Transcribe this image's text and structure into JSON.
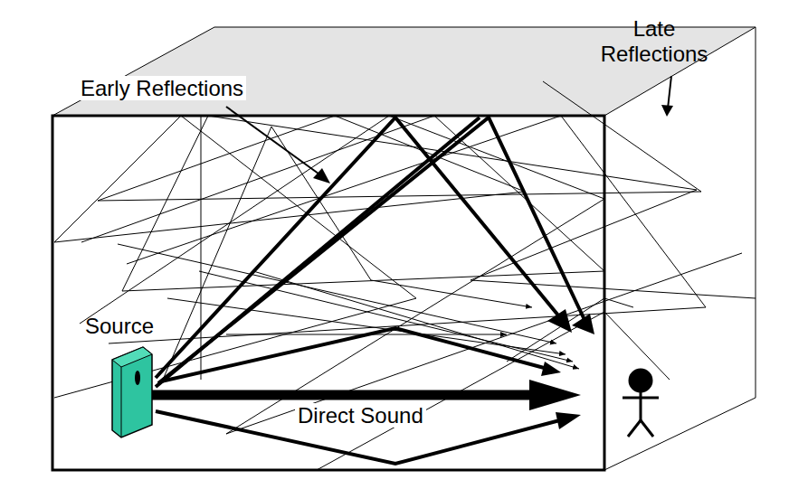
{
  "diagram": {
    "labels": [
      "Late Reflections",
      "Early Reflections",
      "Source",
      "Direct Sound"
    ]
  }
}
